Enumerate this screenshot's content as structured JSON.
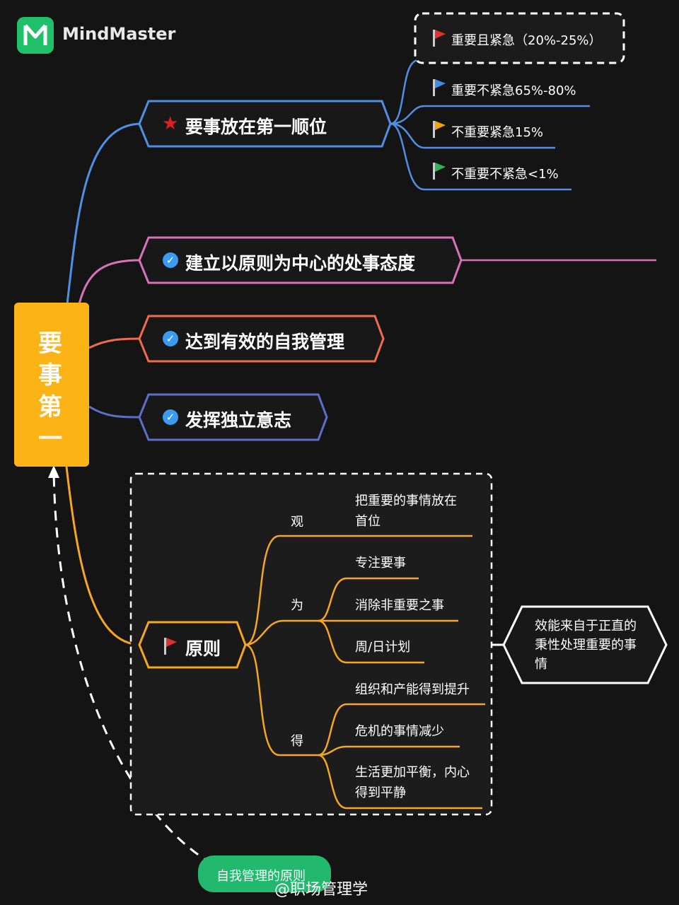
{
  "app": {
    "name": "MindMaster"
  },
  "root": {
    "chars": [
      "要",
      "事",
      "第",
      "一"
    ]
  },
  "branches": [
    {
      "label": "要事放在第一顺位",
      "icon": "star-icon",
      "color": "#4f8fe6",
      "children": [
        {
          "label": "重要且紧急（20%-25%）",
          "flag": "#e03030"
        },
        {
          "label": "重要不紧急65%-80%",
          "flag": "#3b8fe8"
        },
        {
          "label": "不重要紧急15%",
          "flag": "#f2a20c"
        },
        {
          "label": "不重要不紧急<1%",
          "flag": "#2fb457"
        }
      ]
    },
    {
      "label": "建立以原则为中心的处事态度",
      "icon": "check-icon",
      "color": "#d872b8"
    },
    {
      "label": "达到有效的自我管理",
      "icon": "check-icon",
      "color": "#ef6b4c"
    },
    {
      "label": "发挥独立意志",
      "icon": "check-icon",
      "color": "#5b6fc8"
    },
    {
      "label": "原则",
      "icon": "flag-icon",
      "color": "#f5a623",
      "groups": [
        {
          "label": "观",
          "items": [
            "把重要的事情放在首位"
          ]
        },
        {
          "label": "为",
          "items": [
            "专注要事",
            "消除非重要之事",
            "周/日计划"
          ]
        },
        {
          "label": "得",
          "items": [
            "组织和产能得到提升",
            "危机的事情减少",
            "生活更加平衡，内心得到平静"
          ]
        }
      ],
      "callout": "效能来自于正直的秉性处理重要的事情"
    }
  ],
  "bottom_tag": "自我管理的原则",
  "watermark": "@职场管理学",
  "colors": {
    "background": "#141414",
    "root": "#fbb315",
    "accent_blue": "#4f8fe6",
    "accent_pink": "#d872b8",
    "accent_red": "#ef6b4c",
    "accent_indigo": "#5b6fc8",
    "accent_orange": "#f5a623",
    "brand_green": "#22b86e"
  }
}
